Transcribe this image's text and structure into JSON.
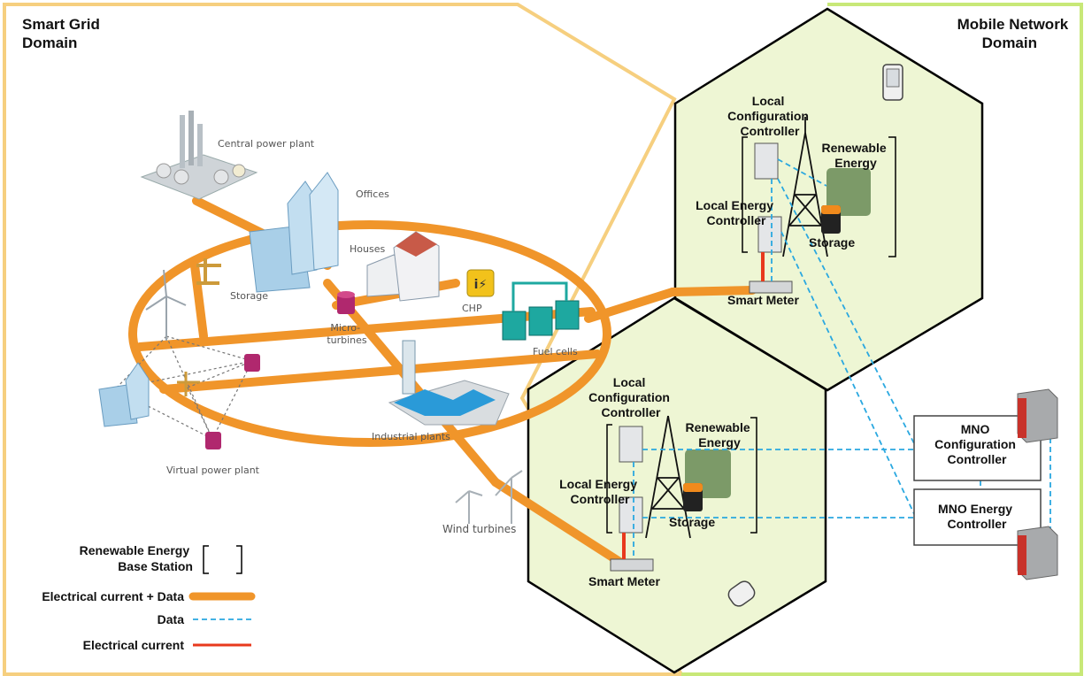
{
  "domains": {
    "smart_grid": [
      "Smart Grid",
      "Domain"
    ],
    "mobile_network": [
      "Mobile Network",
      "Domain"
    ]
  },
  "grid_labels": {
    "central_power_plant": "Central power plant",
    "offices": "Offices",
    "houses": "Houses",
    "storage": "Storage",
    "chp": "CHP",
    "micro_turbines": [
      "Micro-",
      "turbines"
    ],
    "fuel_cells": "Fuel cells",
    "industrial_plants": "Industrial plants",
    "virtual_power_plant": "Virtual power plant",
    "wind_turbines": "Wind turbines"
  },
  "cell_top": {
    "local_config_controller": [
      "Local",
      "Configuration",
      "Controller"
    ],
    "renewable_energy": [
      "Renewable",
      "Energy"
    ],
    "local_energy_controller": [
      "Local Energy",
      "Controller"
    ],
    "storage": "Storage",
    "smart_meter": "Smart Meter"
  },
  "cell_bottom": {
    "local_config_controller": [
      "Local",
      "Configuration",
      "Controller"
    ],
    "renewable_energy": [
      "Renewable",
      "Energy"
    ],
    "local_energy_controller": [
      "Local Energy",
      "Controller"
    ],
    "storage": "Storage",
    "smart_meter": "Smart Meter"
  },
  "mno": {
    "configuration_controller": [
      "MNO",
      "Configuration",
      "Controller"
    ],
    "energy_controller": [
      "MNO Energy",
      "Controller"
    ]
  },
  "legend": {
    "base_station": [
      "Renewable Energy",
      "Base Station"
    ],
    "electrical_data": "Electrical current + Data",
    "data": "Data",
    "electrical": "Electrical current"
  },
  "colors": {
    "grid_orange": "#f0952a",
    "domain_border": "#f6cf7f",
    "cell_fill": "#eef6d4",
    "data_line": "#2aa8e0",
    "electrical_line": "#e8391d",
    "mobile_border": "#c8e878"
  }
}
